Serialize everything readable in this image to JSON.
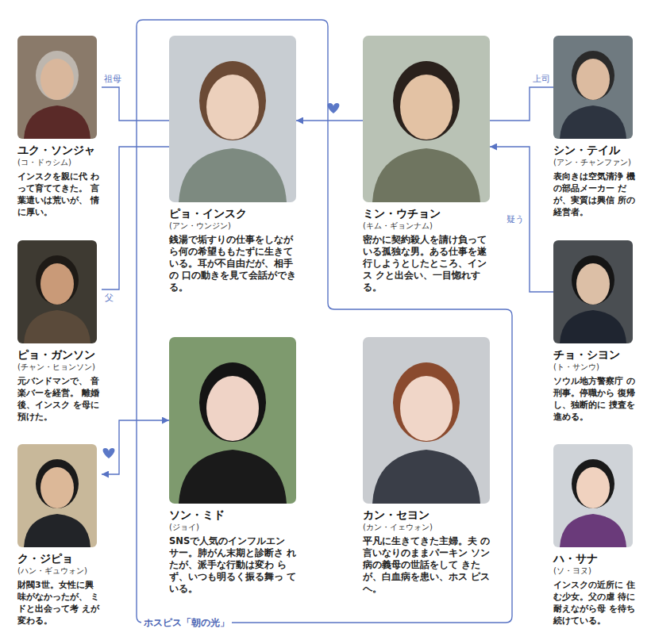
{
  "diagram": {
    "nodes": [
      {
        "text": [
          "ユク・ソンジャ",
          "(コ・ドゥシム)",
          "インスクを親に代 わって育ててきた。 言葉遣いは荒いが、 情に厚い。"
        ]
      },
      {
        "text": [
          "ホスピス「朝の光」"
        ]
      },
      {
        "text": [
          "ピョ・インスク",
          "(アン・ウンジン)",
          "銭湯で垢すりの仕事をしなが ら何の希望ももたずに生きて いる。耳が不自由だが、相手の 口の動きを見て会話ができる。"
        ],
        "in": 1
      },
      {
        "text": [
          "ミン・ウチョン",
          "(キム・ギョンナム)",
          "密かに契約殺人を請け負って いる孤独な男。ある仕事を遂 行しようとしたところ、インス クと出会い、一目惚れする。"
        ]
      },
      {
        "text": [
          "シン・テイル",
          "(アン・チャンファン)",
          "表向きは空気清浄 機の部品メーカー だが、実質は興信 所の経営者。"
        ]
      },
      {
        "text": [
          "ピョ・ガンソン",
          "(チャン・ヒョンソン)",
          "元バンドマンで、 音楽バーを経営。 離婚後、インスク を母に預けた。"
        ]
      },
      {
        "text": [
          "チョ・シヨン",
          "(ト・サンウ)",
          "ソウル地方警察庁 の刑事。停職から 復帰し、独断的に 捜査を進める。"
        ]
      },
      {
        "text": [
          "ソン・ミド",
          "(ジョイ)",
          "SNSで人気のインフルエン サー。肺がん末期と診断さ れたが、派手な行動は変わ らず、いつも明るく振る舞っ ている。"
        ],
        "in": 1
      },
      {
        "text": [
          "カン・セヨン",
          "(カン・イェウォン)",
          "平凡に生きてきた主婦。夫 の言いなりのままパーキン ソン病の義母の世話をして きたが、白血病を患い、ホス ピスへ。"
        ],
        "in": 1
      },
      {
        "text": [
          "ク・ジピョ",
          "(ハン・ギュウォン)",
          "財閥3世。女性に興 味がなかったが、 ミドと出会って考 えが変わる。"
        ]
      },
      {
        "text": [
          "ハ・サナ",
          "(ソ・ヨヌ)",
          "インスクの近所に 住む少女。父の虐 待に耐えながら母 を待ち続けている。"
        ]
      }
    ],
    "edges": [
      {
        "from": 0,
        "to": 2,
        "label": "祖母",
        "arrow": "none"
      },
      {
        "from": 5,
        "to": 2,
        "label": "父",
        "arrow": "none"
      },
      {
        "from": 3,
        "to": 2,
        "arrow": "to"
      },
      {
        "from": 4,
        "to": 3,
        "label": "上司",
        "arrow": "none"
      },
      {
        "from": 6,
        "to": 3,
        "label": "疑う",
        "arrow": "to"
      },
      {
        "from": 9,
        "to": 7,
        "arrow": "both"
      }
    ]
  }
}
